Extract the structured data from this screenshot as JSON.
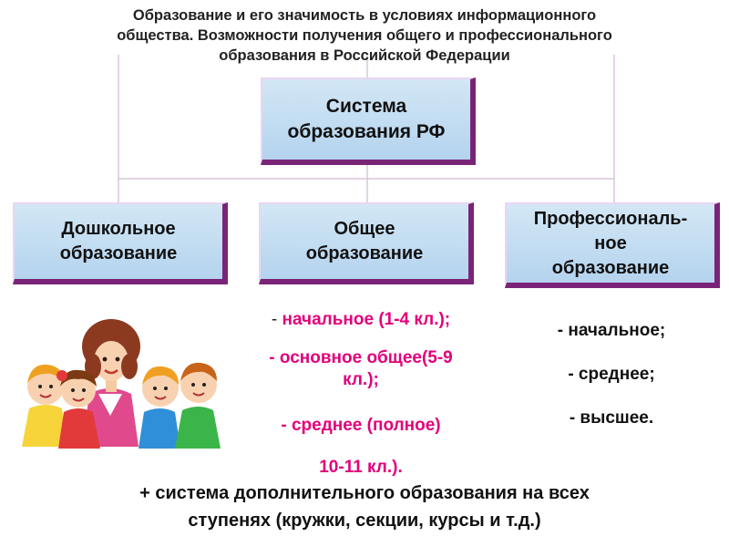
{
  "title": {
    "line1": "Образование и его значимость в условиях информационного",
    "line2": "общества. Возможности получения общего и профессионального",
    "line3": "образования в Российской Федерации"
  },
  "root": {
    "line1": "Система",
    "line2": "образования РФ"
  },
  "boxes": {
    "preschool": {
      "line1": "Дошкольное",
      "line2": "образование"
    },
    "general": {
      "line1": "Общее",
      "line2": "образование"
    },
    "professional": {
      "line1": "Профессиональ-",
      "line2": "ное",
      "line3": "образование"
    }
  },
  "general_levels": {
    "dash": "-",
    "item1": "начальное (1-4 кл.);",
    "item2_line1": "- основное общее(5-9",
    "item2_line2": "кл.);",
    "item3": "- среднее (полное)",
    "item4": "10-11 кл.)."
  },
  "professional_levels": {
    "item1": "- начальное;",
    "item2": "- среднее;",
    "item3": "- высшее."
  },
  "footer": {
    "line1": "+ система дополнительного образования на всех",
    "line2": "ступенях (кружки, секции, курсы и т.д.)"
  },
  "colors": {
    "box_fill": "#bcd8ef",
    "box_shadow": "#7a2478",
    "highlight_text": "#e2007a",
    "connector": "#d9c6dc"
  },
  "icons": {
    "illustration": "teacher-with-children-illustration"
  }
}
